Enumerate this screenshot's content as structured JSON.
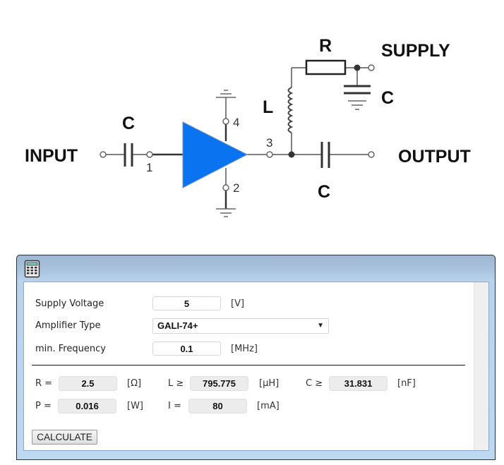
{
  "schematic": {
    "labels": {
      "input": "INPUT",
      "output": "OUTPUT",
      "supply": "SUPPLY",
      "resistor": "R",
      "inductor": "L",
      "input_capacitor": "C",
      "output_capacitor": "C",
      "supply_capacitor": "C"
    },
    "pins": {
      "pin1": "1",
      "pin2": "2",
      "pin3": "3",
      "pin4": "4"
    },
    "colors": {
      "amplifier_fill": "#0a73f0",
      "wire": "#555555"
    }
  },
  "calculator": {
    "icon": "calculator-icon",
    "inputs": {
      "supply_voltage": {
        "label": "Supply Voltage",
        "value": "5",
        "unit": "[V]"
      },
      "amplifier_type": {
        "label": "Amplifier Type",
        "selected": "GALI-74+"
      },
      "min_frequency": {
        "label": "min. Frequency",
        "value": "0.1",
        "unit": "[MHz]"
      }
    },
    "results": {
      "R": {
        "symbol": "R =",
        "value": "2.5",
        "unit": "[Ω]"
      },
      "L": {
        "symbol": "L ≥",
        "value": "795.775",
        "unit": "[µH]"
      },
      "C": {
        "symbol": "C ≥",
        "value": "31.831",
        "unit": "[nF]"
      },
      "P": {
        "symbol": "P =",
        "value": "0.016",
        "unit": "[W]"
      },
      "I": {
        "symbol": "I =",
        "value": "80",
        "unit": "[mA]"
      }
    },
    "calculate_label": "CALCULATE"
  }
}
